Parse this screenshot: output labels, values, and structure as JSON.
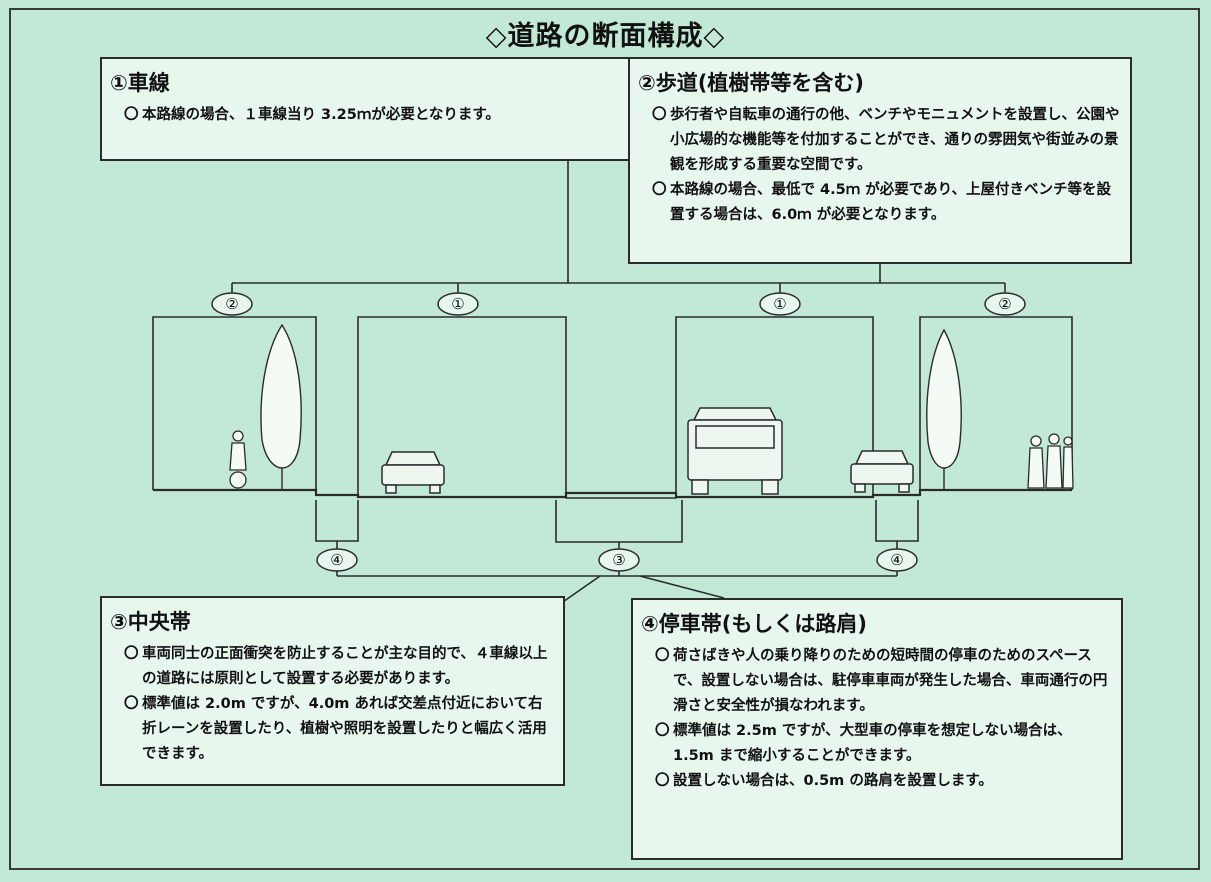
{
  "title": "◇道路の断面構成◇",
  "boxes": {
    "lane": {
      "heading": "①車線",
      "items": [
        "本路線の場合、１車線当り 3.25ｍが必要となります。"
      ]
    },
    "sidewalk": {
      "heading": "②歩道(植樹帯等を含む)",
      "items": [
        "歩行者や自転車の通行の他、ベンチやモニュメントを設置し、公園や小広場的な機能等を付加することができ、通りの雰囲気や街並みの景観を形成する重要な空間です。",
        "本路線の場合、最低で 4.5ｍ が必要であり、上屋付きベンチ等を設置する場合は、6.0ｍ が必要となります。"
      ]
    },
    "median": {
      "heading": "③中央帯",
      "items": [
        "車両同士の正面衝突を防止することが主な目的で、４車線以上の道路には原則として設置する必要があります。",
        "標準値は 2.0m ですが、4.0m あれば交差点付近において右折レーンを設置したり、植樹や照明を設置したりと幅広く活用できます。"
      ]
    },
    "parking": {
      "heading": "④停車帯(もしくは路肩)",
      "items": [
        "荷さばきや人の乗り降りのための短時間の停車のためのスペースで、設置しない場合は、駐停車車両が発生した場合、車両通行の円滑さと安全性が損なわれます。",
        "標準値は 2.5m ですが、大型車の停車を想定しない場合は、1.5m まで縮小することができます。",
        "設置しない場合は、0.5m の路肩を設置します。"
      ]
    }
  },
  "section_labels": {
    "top": [
      "②",
      "①",
      "①",
      "②"
    ],
    "bottom": [
      "④",
      "③",
      "④"
    ]
  },
  "colors": {
    "background": "#c2e9d6",
    "box": "#e8f7ee",
    "line": "#2b2b2b"
  }
}
